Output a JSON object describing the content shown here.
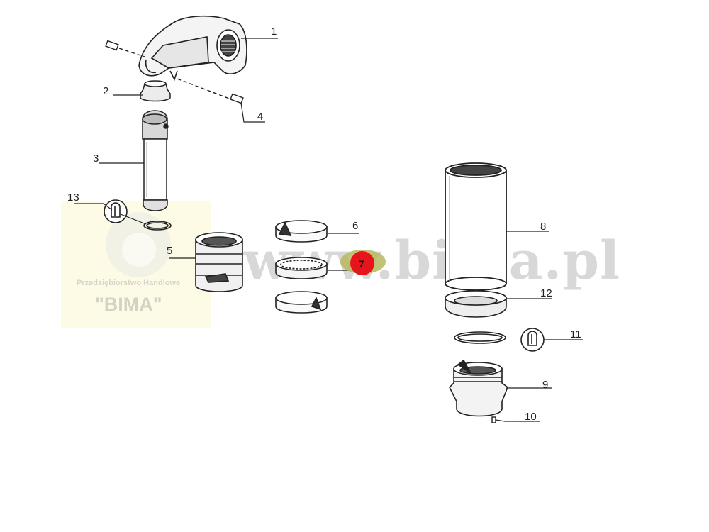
{
  "watermark": {
    "url_text": "www.bima.pl",
    "company_line": "Przedsiębiorstwo Handlowe",
    "company_name": "\"BIMA\""
  },
  "callouts": {
    "c1": "1",
    "c2": "2",
    "c3": "3",
    "c4": "4",
    "c5": "5",
    "c6": "6",
    "c7": "7",
    "c8": "8",
    "c9": "9",
    "c10": "10",
    "c11": "11",
    "c12": "12",
    "c13": "13"
  },
  "highlight": {
    "label": "7",
    "fill_color": "#e8141c",
    "ring_color": "#b8b860"
  }
}
